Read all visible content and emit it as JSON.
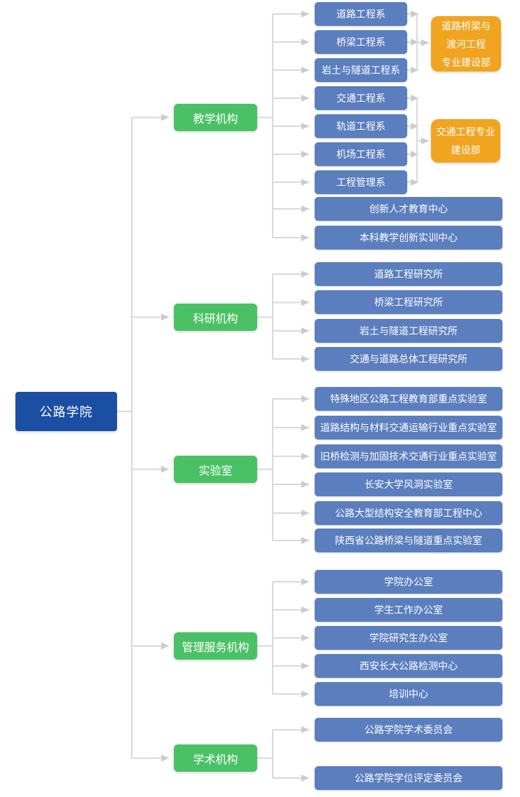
{
  "colors": {
    "root_bg": "#1a4fa4",
    "branch_bg": "#4bc166",
    "dept_bg": "#5b7ebe",
    "special_bg": "#f0a420",
    "connector": "#d9d9d9",
    "node_text": "#ffffff",
    "page_bg": "#ffffff"
  },
  "root": {
    "label": "公路学院"
  },
  "branches": [
    {
      "label": "教学机构",
      "children": [
        "道路工程系",
        "桥梁工程系",
        "岩土与隧道工程系",
        "交通工程系",
        "轨道工程系",
        "机场工程系",
        "工程管理系",
        "创新人才教育中心",
        "本科教学创新实训中心"
      ]
    },
    {
      "label": "科研机构",
      "children": [
        "道路工程研究所",
        "桥梁工程研究所",
        "岩土与隧道工程研究所",
        "交通与道路总体工程研究所"
      ]
    },
    {
      "label": "实验室",
      "children": [
        "特殊地区公路工程教育部重点实验室",
        "道路结构与材料交通运输行业重点实验室",
        "旧桥检测与加固技术交通行业重点实验室",
        "长安大学风洞实验室",
        "公路大型结构安全教育部工程中心",
        "陕西省公路桥梁与隧道重点实验室"
      ]
    },
    {
      "label": "管理服务机构",
      "children": [
        "学院办公室",
        "学生工作办公室",
        "学院研究生办公室",
        "西安长大公路检测中心",
        "培训中心"
      ]
    },
    {
      "label": "学术机构",
      "children": [
        "公路学院学术委员会",
        "公路学院学位评定委员会"
      ]
    }
  ],
  "special_units": [
    {
      "label": "道路桥梁与渡河工程专业建设部",
      "lines": [
        "道路桥梁与",
        "渡河工程",
        "专业建设部"
      ],
      "sources": [
        "道路工程系",
        "桥梁工程系",
        "岩土与隧道工程系"
      ]
    },
    {
      "label": "交通工程专业建设部",
      "lines": [
        "交通工程专业",
        "建设部"
      ],
      "sources": [
        "交通工程系",
        "轨道工程系",
        "机场工程系",
        "工程管理系"
      ]
    }
  ]
}
